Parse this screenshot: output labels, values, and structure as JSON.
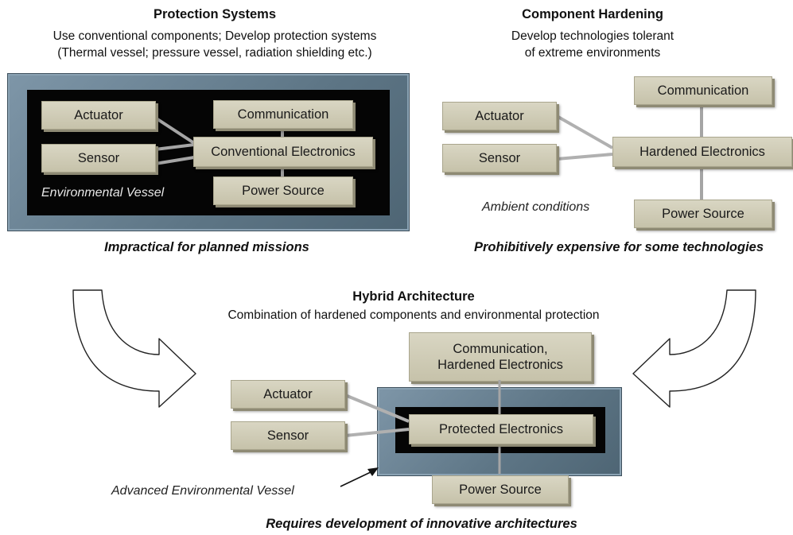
{
  "protection": {
    "title": "Protection Systems",
    "subtitle_line1": "Use conventional components; Develop protection systems",
    "subtitle_line2": "(Thermal vessel; pressure vessel, radiation shielding etc.)",
    "actuator": "Actuator",
    "sensor": "Sensor",
    "communication": "Communication",
    "electronics": "Conventional Electronics",
    "power": "Power Source",
    "vessel_label": "Environmental Vessel",
    "caption": "Impractical for planned missions"
  },
  "hardening": {
    "title": "Component Hardening",
    "subtitle_line1": "Develop technologies tolerant",
    "subtitle_line2": "of extreme environments",
    "actuator": "Actuator",
    "sensor": "Sensor",
    "communication": "Communication",
    "electronics": "Hardened Electronics",
    "power": "Power Source",
    "ambient_label": "Ambient conditions",
    "caption": "Prohibitively expensive for some technologies"
  },
  "hybrid": {
    "title": "Hybrid Architecture",
    "subtitle": "Combination of hardened components and environmental protection",
    "comm_line1": "Communication,",
    "comm_line2": "Hardened Electronics",
    "actuator": "Actuator",
    "sensor": "Sensor",
    "electronics": "Protected Electronics",
    "power": "Power Source",
    "vessel_label": "Advanced Environmental Vessel",
    "caption": "Requires development of innovative architectures"
  }
}
